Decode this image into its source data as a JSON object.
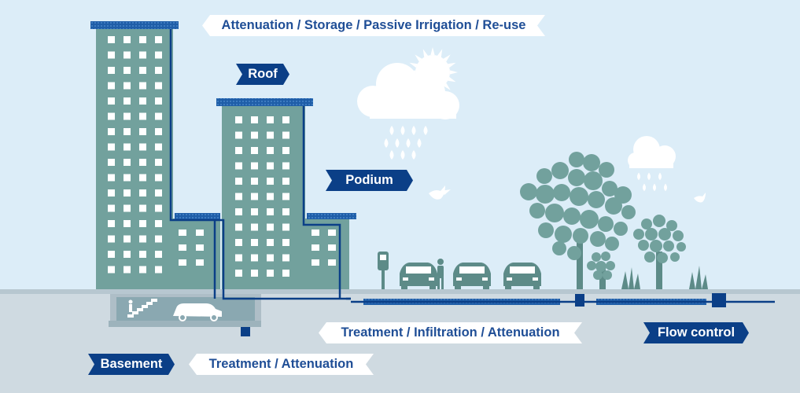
{
  "labels": {
    "top_uses": "Attenuation / Storage / Passive Irrigation / Re-use",
    "roof": "Roof",
    "podium": "Podium",
    "treatment_infiltration": "Treatment / Infiltration / Attenuation",
    "flow_control": "Flow control",
    "basement": "Basement",
    "treatment_attenuation": "Treatment / Attenuation"
  },
  "colors": {
    "sky": "#dcedf8",
    "ground": "#cfdae1",
    "building": "#72a19d",
    "roof_blue": "#1f5ea8",
    "pipe_blue": "#0b3f87",
    "label_dark": "#0b3f87",
    "label_light_text": "#1f4e96",
    "cloud": "#ffffff",
    "sun": "#ffffff"
  },
  "icons": [
    "sun-icon",
    "cloud-icon",
    "rain-icon",
    "bird-icon",
    "tree-icon",
    "car-icon",
    "person-icon",
    "parking-meter-icon",
    "grass-icon",
    "stairs-icon"
  ]
}
